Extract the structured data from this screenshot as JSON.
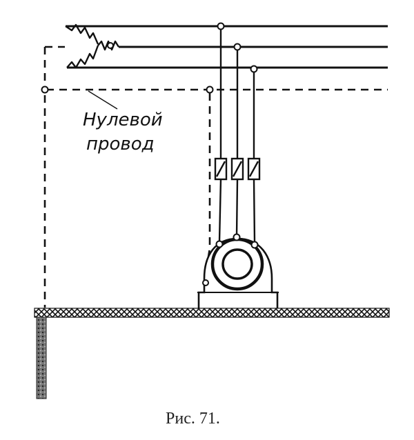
{
  "figure": {
    "label_line1": "Нулевой",
    "label_line2": "провод",
    "caption": "Рис. 71."
  },
  "colors": {
    "ink": "#111111",
    "background": "#ffffff"
  }
}
